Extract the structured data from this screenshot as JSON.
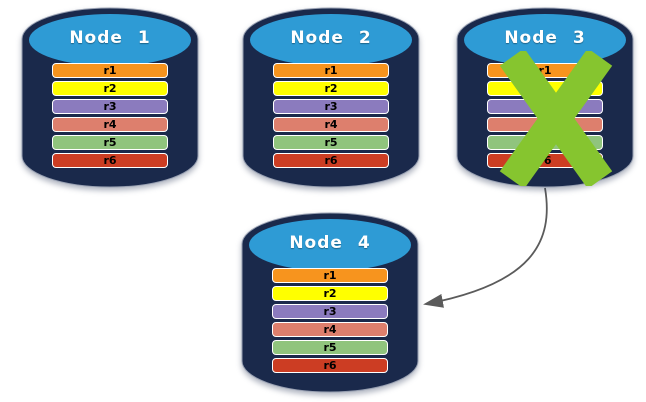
{
  "nodes": [
    {
      "label": "Node 1",
      "failed": false
    },
    {
      "label": "Node 2",
      "failed": false
    },
    {
      "label": "Node 3",
      "failed": true
    },
    {
      "label": "Node 4",
      "failed": false
    }
  ],
  "rows": [
    {
      "label": "r1",
      "color": "#F7941E"
    },
    {
      "label": "r2",
      "color": "#FFFF00"
    },
    {
      "label": "r3",
      "color": "#8B7BBE"
    },
    {
      "label": "r4",
      "color": "#DD7F6D"
    },
    {
      "label": "r5",
      "color": "#90C47D"
    },
    {
      "label": "r6",
      "color": "#CC3D23"
    }
  ],
  "icons": {
    "failure_x": "x-mark",
    "failover_arrow": "curved-arrow"
  },
  "colors": {
    "background": "#FFFFFF",
    "cylinder_body": "#1A294B",
    "cylinder_top": "#2E9BD5",
    "outline": "#98A0B2",
    "row_border": "#FFFFFF",
    "row_text": "#000000",
    "node_label_text": "#FFFFFF",
    "failure_x": "#86C52F",
    "arrow": "#5B5B5B"
  }
}
